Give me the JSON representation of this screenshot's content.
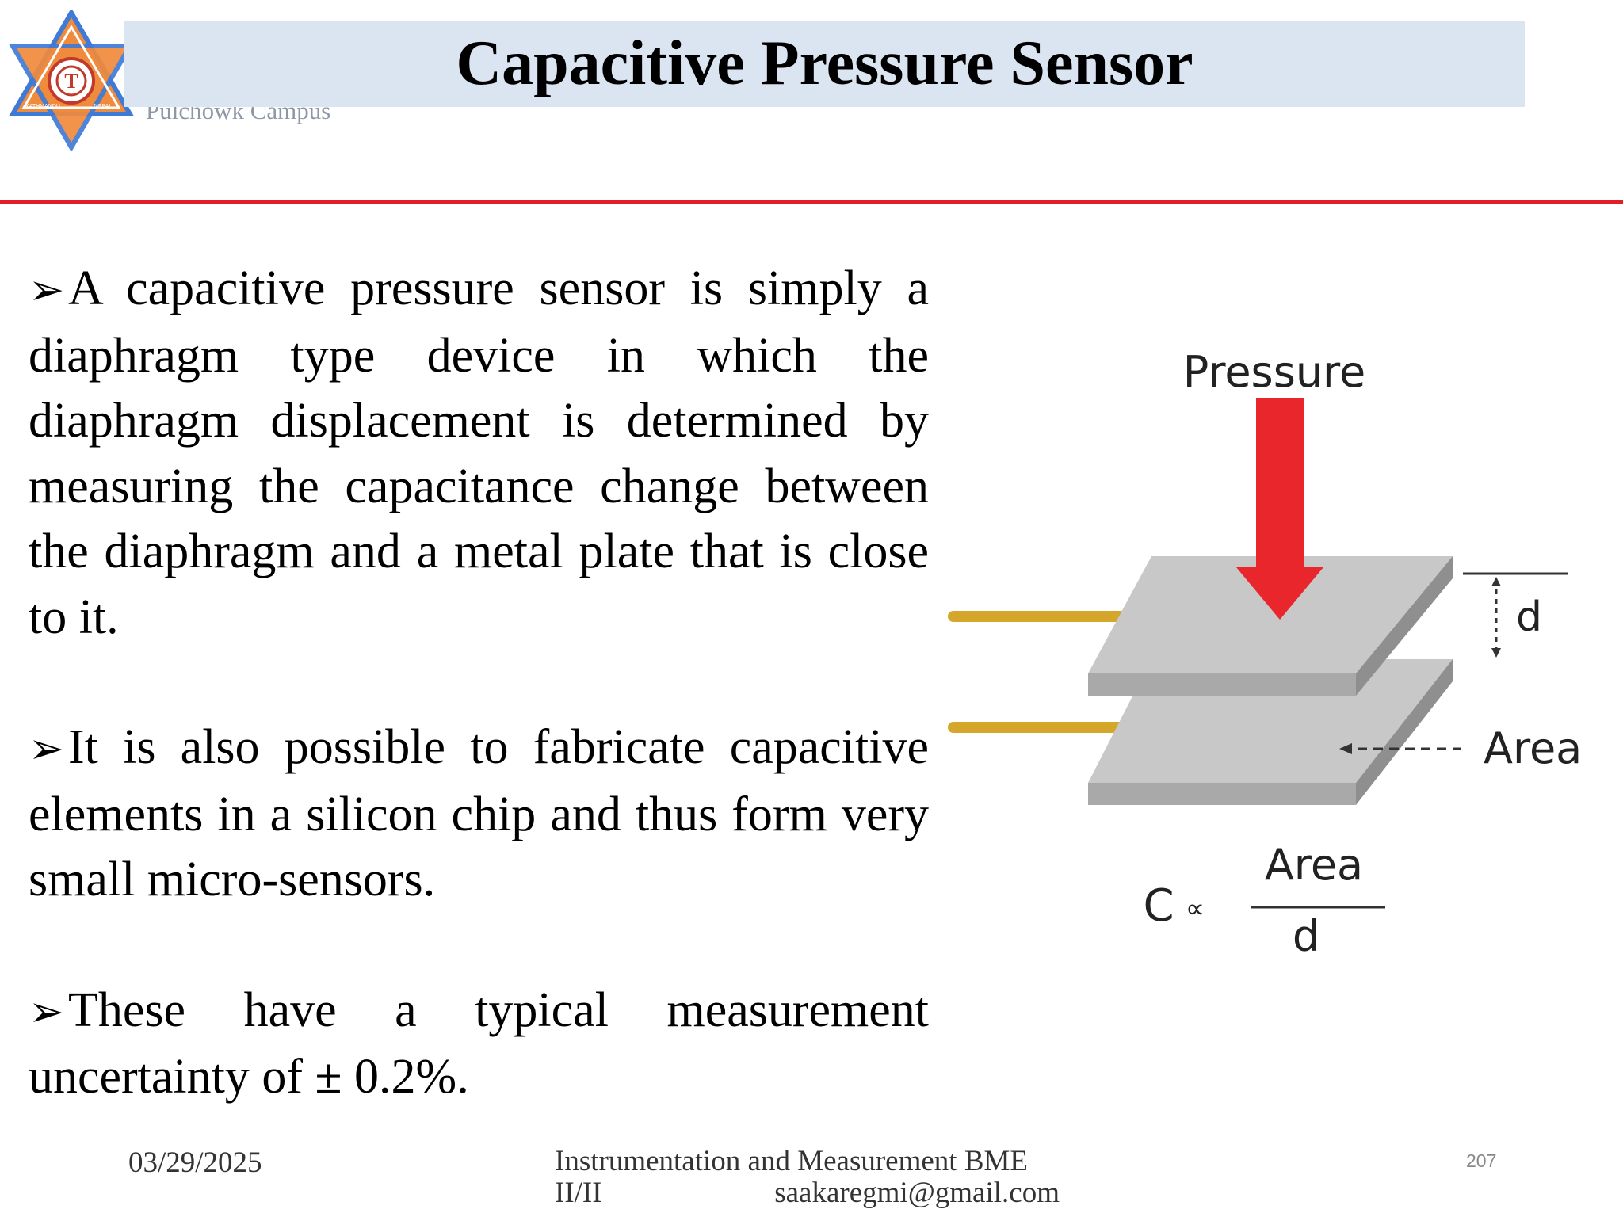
{
  "header": {
    "title": "Capacitive Pressure Sensor",
    "campus_label": "Pulchowk Campus",
    "logo_text": [
      "KATHMANDU",
      "NEPAL"
    ]
  },
  "bullets": [
    "A capacitive pressure sensor is simply a diaphragm type device in which the diaphragm displacement is determined by measuring the capacitance change between the diaphragm and a metal plate that is close to it.",
    "It is also possible to fabricate capacitive elements in a silicon chip and thus form very small micro-sensors.",
    "These have a typical measurement uncertainty of ± 0.2%."
  ],
  "figure": {
    "pressure_label": "Pressure",
    "gap_label": "d",
    "area_label": "Area",
    "formula": {
      "lhs": "C",
      "relation": "∝",
      "numerator": "Area",
      "denominator": "d"
    }
  },
  "footer": {
    "date": "03/29/2025",
    "course_line1": "Instrumentation and Measurement BME",
    "course_line2_left": "II/II",
    "course_line2_right": "saakaregmi@gmail.com",
    "page_number": "207"
  },
  "colors": {
    "title_bar": "#dbe4f1",
    "rule": "#e21f26",
    "arrow": "#e8262b",
    "plate": "#c8c8c8",
    "lead": "#d4a62a",
    "logo_orange": "#f08a3c",
    "logo_blue": "#3f7ad6"
  }
}
